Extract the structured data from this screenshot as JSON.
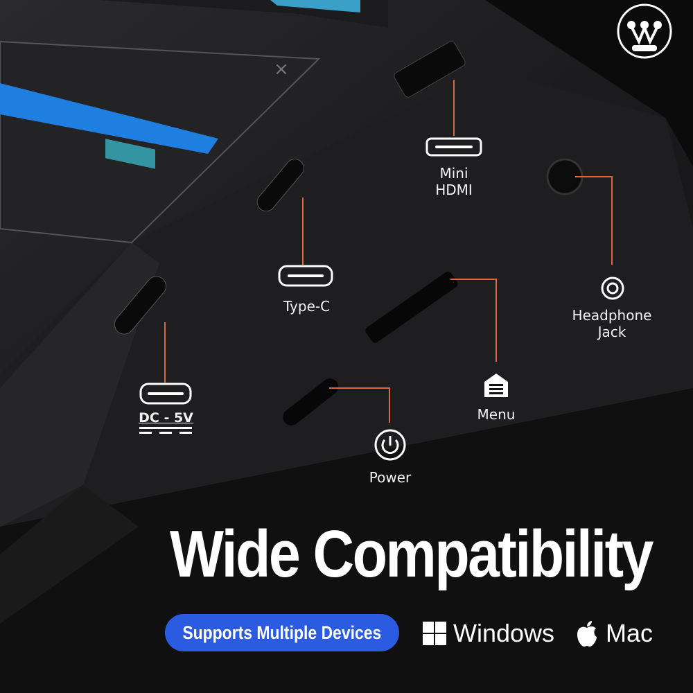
{
  "brand": {
    "logo": "Westinghouse"
  },
  "ports": {
    "mini_hdmi": "Mini\nHDMI",
    "mini_hdmi_line1": "Mini",
    "mini_hdmi_line2": "HDMI",
    "type_c": "Type-C",
    "dc": "DC - 5V",
    "headphone_line1": "Headphone",
    "headphone_line2": "Jack",
    "menu": "Menu",
    "power": "Power"
  },
  "headline": "Wide Compatibility",
  "badge": "Supports Multiple Devices",
  "os": {
    "windows": "Windows",
    "mac": "Mac"
  },
  "colors": {
    "accent_line": "#e0643c",
    "badge": "#2b5be0",
    "background": "#0b0b0c"
  }
}
